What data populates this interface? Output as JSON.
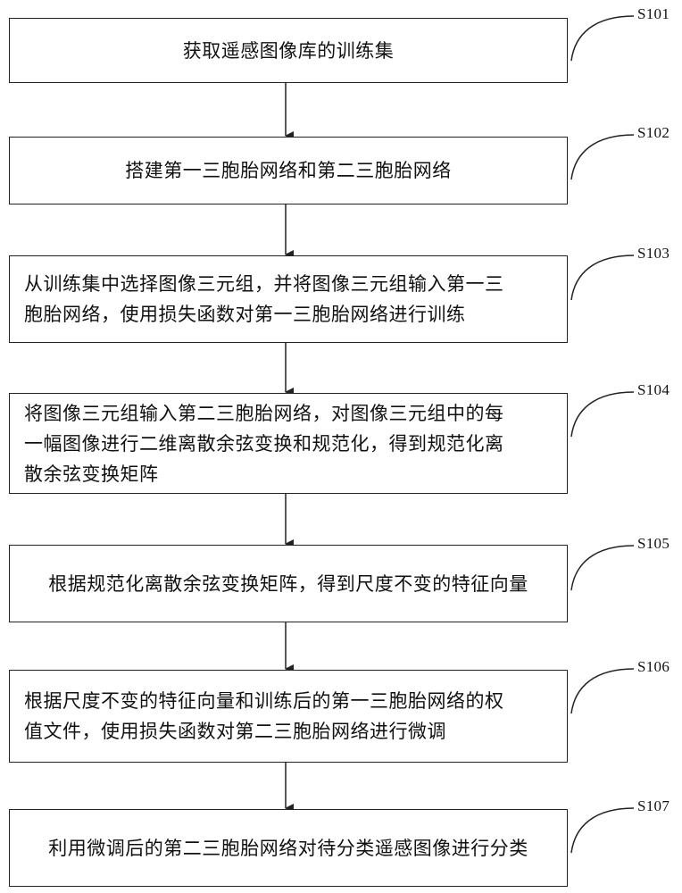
{
  "steps": [
    {
      "id": "S101",
      "lines": [
        "获取遥感图像库的训练集"
      ]
    },
    {
      "id": "S102",
      "lines": [
        "搭建第一三胞胎网络和第二三胞胎网络"
      ]
    },
    {
      "id": "S103",
      "lines": [
        "从训练集中选择图像三元组，并将图像三元组输入第一三",
        "胞胎网络，使用损失函数对第一三胞胎网络进行训练"
      ]
    },
    {
      "id": "S104",
      "lines": [
        "将图像三元组输入第二三胞胎网络，对图像三元组中的每",
        "一幅图像进行二维离散余弦变换和规范化，得到规范化离",
        "散余弦变换矩阵"
      ]
    },
    {
      "id": "S105",
      "lines": [
        "根据规范化离散余弦变换矩阵，得到尺度不变的特征向量"
      ]
    },
    {
      "id": "S106",
      "lines": [
        "根据尺度不变的特征向量和训练后的第一三胞胎网络的权",
        "值文件，使用损失函数对第二三胞胎网络进行微调"
      ]
    },
    {
      "id": "S107",
      "lines": [
        "利用微调后的第二三胞胎网络对待分类遥感图像进行分类"
      ]
    }
  ],
  "colors": {
    "stroke": "#222222",
    "text": "#111111",
    "background": "#ffffff"
  }
}
